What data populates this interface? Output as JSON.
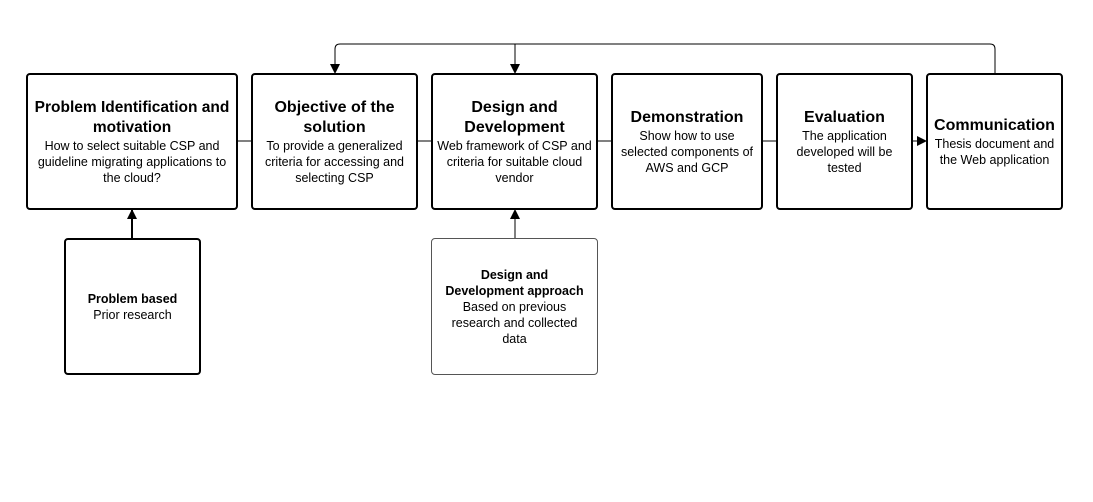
{
  "stages": [
    {
      "title": "Problem Identification and motivation",
      "desc": "How to select suitable CSP and guideline migrating applications to the cloud?"
    },
    {
      "title": "Objective of the solution",
      "desc": "To provide a generalized criteria for accessing and selecting CSP"
    },
    {
      "title": "Design and Development",
      "desc": "Web framework of CSP and criteria for suitable cloud vendor"
    },
    {
      "title": "Demonstration",
      "desc": "Show how to use selected components of AWS and GCP"
    },
    {
      "title": "Evaluation",
      "desc": "The application developed will be tested"
    },
    {
      "title": "Communication",
      "desc": "Thesis document and the Web application"
    }
  ],
  "inputs": [
    {
      "title": "Problem based",
      "desc": "Prior research"
    },
    {
      "title": "Design and Development approach",
      "desc": "Based on previous research and collected data"
    }
  ]
}
